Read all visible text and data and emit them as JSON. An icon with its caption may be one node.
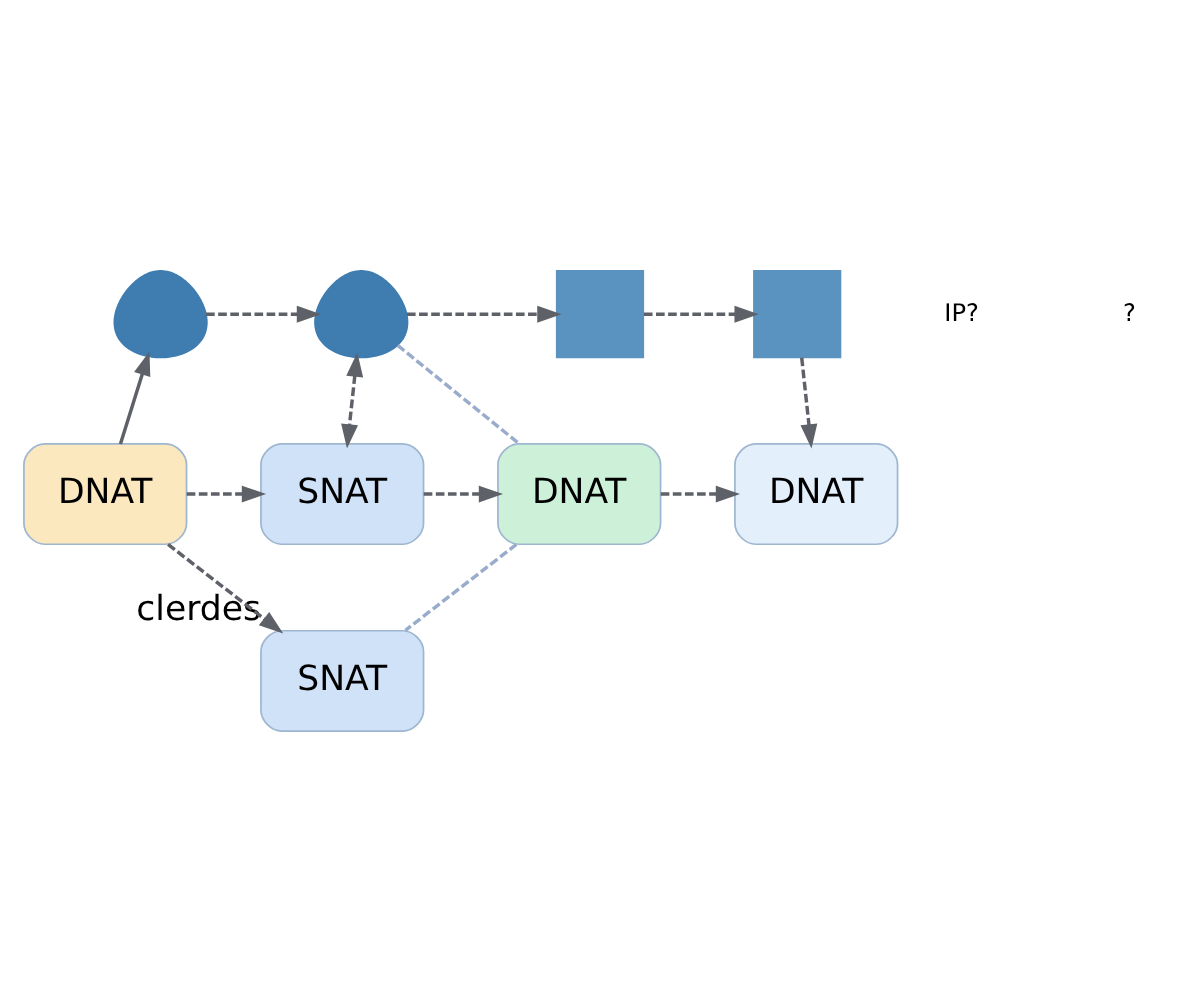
{
  "diagram": {
    "nodes": [
      {
        "text": [],
        "shape": "person"
      },
      {
        "text": [],
        "shape": "person"
      },
      {
        "text": [],
        "shape": "box"
      },
      {
        "text": [],
        "shape": "box"
      },
      {
        "text": [
          "DNAT"
        ]
      },
      {
        "text": [
          "SNAT"
        ]
      },
      {
        "text": [
          "DNAT"
        ]
      },
      {
        "text": [
          "DNAT"
        ]
      },
      {
        "text": [
          "SNAT"
        ],
        "beside": [
          "clerdes"
        ]
      }
    ],
    "edges": [
      {
        "from": 4,
        "to": 0,
        "arrow": "to"
      },
      {
        "from": 0,
        "to": 1,
        "arrow": "to",
        "style": "dashed"
      },
      {
        "from": 1,
        "to": 2,
        "arrow": "to",
        "style": "dashed"
      },
      {
        "from": 2,
        "to": 3,
        "arrow": "to",
        "style": "dashed"
      },
      {
        "from": 1,
        "to": 5,
        "arrow": "both",
        "style": "dashed"
      },
      {
        "from": 3,
        "to": 7,
        "arrow": "to",
        "style": "dashed"
      },
      {
        "from": 4,
        "to": 5,
        "arrow": "to",
        "style": "dashed"
      },
      {
        "from": 5,
        "to": 6,
        "arrow": "to",
        "style": "dashed"
      },
      {
        "from": 6,
        "to": 7,
        "arrow": "to",
        "style": "dashed"
      },
      {
        "from": 4,
        "to": 8,
        "arrow": "to",
        "style": "dashed"
      },
      {
        "from": 1,
        "to": 6,
        "arrow": "none",
        "style": "dashed",
        "color": "#9aaccc"
      },
      {
        "from": 6,
        "to": 8,
        "arrow": "none",
        "style": "dashed",
        "color": "#9aaccc"
      }
    ],
    "labels": [
      "IP?",
      "?"
    ]
  }
}
